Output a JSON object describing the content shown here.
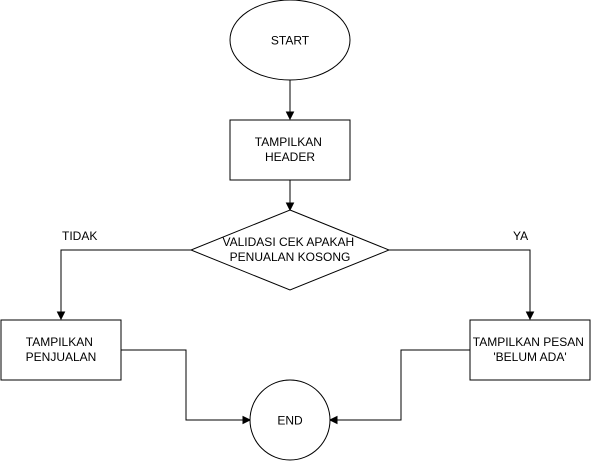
{
  "nodes": {
    "start": {
      "label": "START"
    },
    "header": {
      "lines": [
        "TAMPILKAN",
        "HEADER"
      ]
    },
    "decision": {
      "lines": [
        "VALIDASI CEK APAKAH",
        "PENUALAN KOSONG"
      ]
    },
    "penjualan": {
      "lines": [
        "TAMPILKAN",
        "PENJUALAN"
      ]
    },
    "pesan": {
      "lines": [
        "TAMPILKAN PESAN",
        "'BELUM ADA'"
      ]
    },
    "end": {
      "label": "END"
    }
  },
  "edges": {
    "no_label": "TIDAK",
    "yes_label": "YA"
  }
}
